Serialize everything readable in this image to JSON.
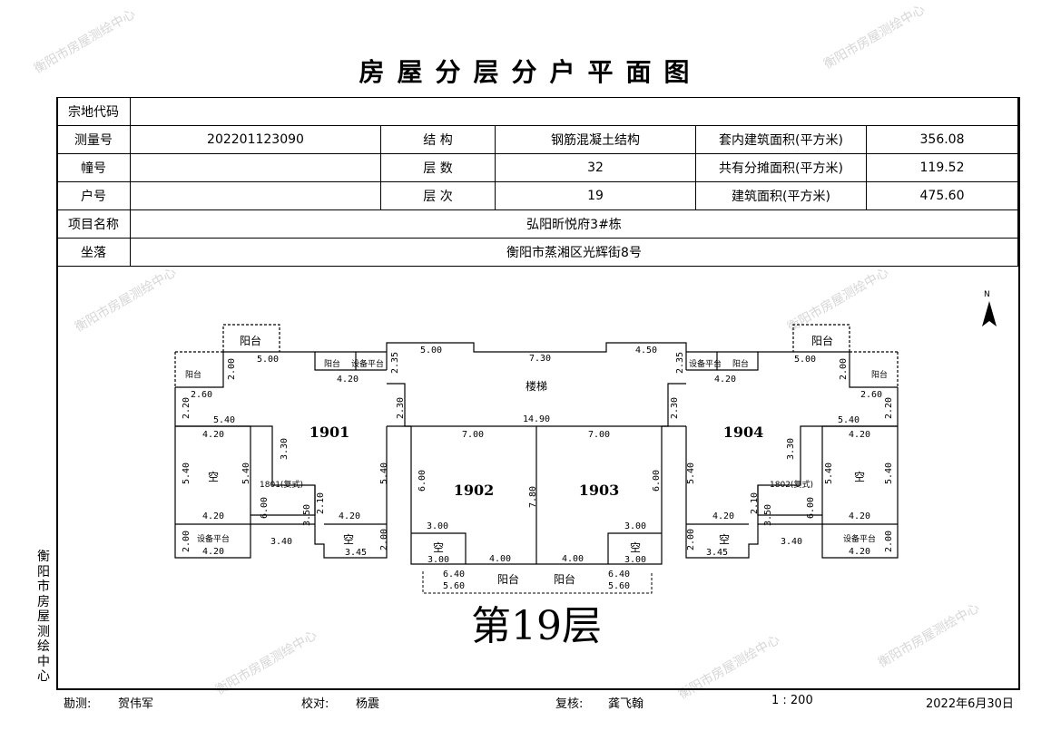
{
  "title": "房屋分层分户平面图",
  "info": {
    "land_code_label": "宗地代码",
    "land_code": "",
    "survey_no_label": "测量号",
    "survey_no": "202201123090",
    "structure_label": "结  构",
    "structure": "钢筋混凝土结构",
    "inner_area_label": "套内建筑面积(平方米)",
    "inner_area": "356.08",
    "building_no_label": "幢号",
    "building_no": "",
    "floors_label": "层  数",
    "floors": "32",
    "shared_area_label": "共有分摊面积(平方米)",
    "shared_area": "119.52",
    "unit_no_label": "户号",
    "unit_no": "",
    "floor_label": "层  次",
    "floor": "19",
    "total_area_label": "建筑面积(平方米)",
    "total_area": "475.60",
    "project_label": "项目名称",
    "project": "弘阳昕悦府3#栋",
    "location_label": "坐落",
    "location": "衡阳市蒸湘区光辉街8号"
  },
  "plan": {
    "floor_title": "第19层",
    "north": "N",
    "labels": [
      "阳台",
      "5.00",
      "阳台",
      "2.00",
      "阳台",
      "设备平台",
      "4.20",
      "2.35",
      "2.60",
      "2.20",
      "5.40",
      "2.30",
      "1901",
      "4.20",
      "3.30",
      "5.40",
      "空",
      "5.40",
      "1801(复式)",
      "6.00",
      "5.40",
      "2.10",
      "3.50",
      "4.20",
      "4.20",
      "2.00",
      "设备平台",
      "4.20",
      "3.40",
      "空",
      "3.45",
      "2.00",
      "5.00",
      "7.30",
      "4.50",
      "楼梯",
      "14.90",
      "7.00",
      "7.00",
      "1902",
      "1903",
      "6.00",
      "6.00",
      "7.80",
      "3.00",
      "3.00",
      "空",
      "3.00",
      "4.00",
      "4.00",
      "空",
      "3.00",
      "6.40",
      "阳台",
      "5.60",
      "6.40",
      "阳台",
      "5.60",
      "阳台",
      "5.00",
      "阳台",
      "2.00",
      "阳台",
      "设备平台",
      "4.20",
      "2.35",
      "2.60",
      "2.20",
      "5.40",
      "2.30",
      "1904",
      "4.20",
      "3.30",
      "5.40",
      "空",
      "5.40",
      "1802(复式)",
      "6.00",
      "5.40",
      "2.10",
      "3.50",
      "4.20",
      "4.20",
      "2.00",
      "设备平台",
      "4.20",
      "3.40",
      "空",
      "3.45",
      "2.00"
    ]
  },
  "side_text": "衡阳市房屋测绘中心",
  "watermark": "衡阳市房屋测绘中心",
  "footer": {
    "surveyor_label": "勘测:",
    "surveyor": "贺伟军",
    "checker_label": "校对:",
    "checker": "杨震",
    "reviewer_label": "复核:",
    "reviewer": "龚飞翰",
    "scale": "1 : 200",
    "date": "2022年6月30日"
  }
}
